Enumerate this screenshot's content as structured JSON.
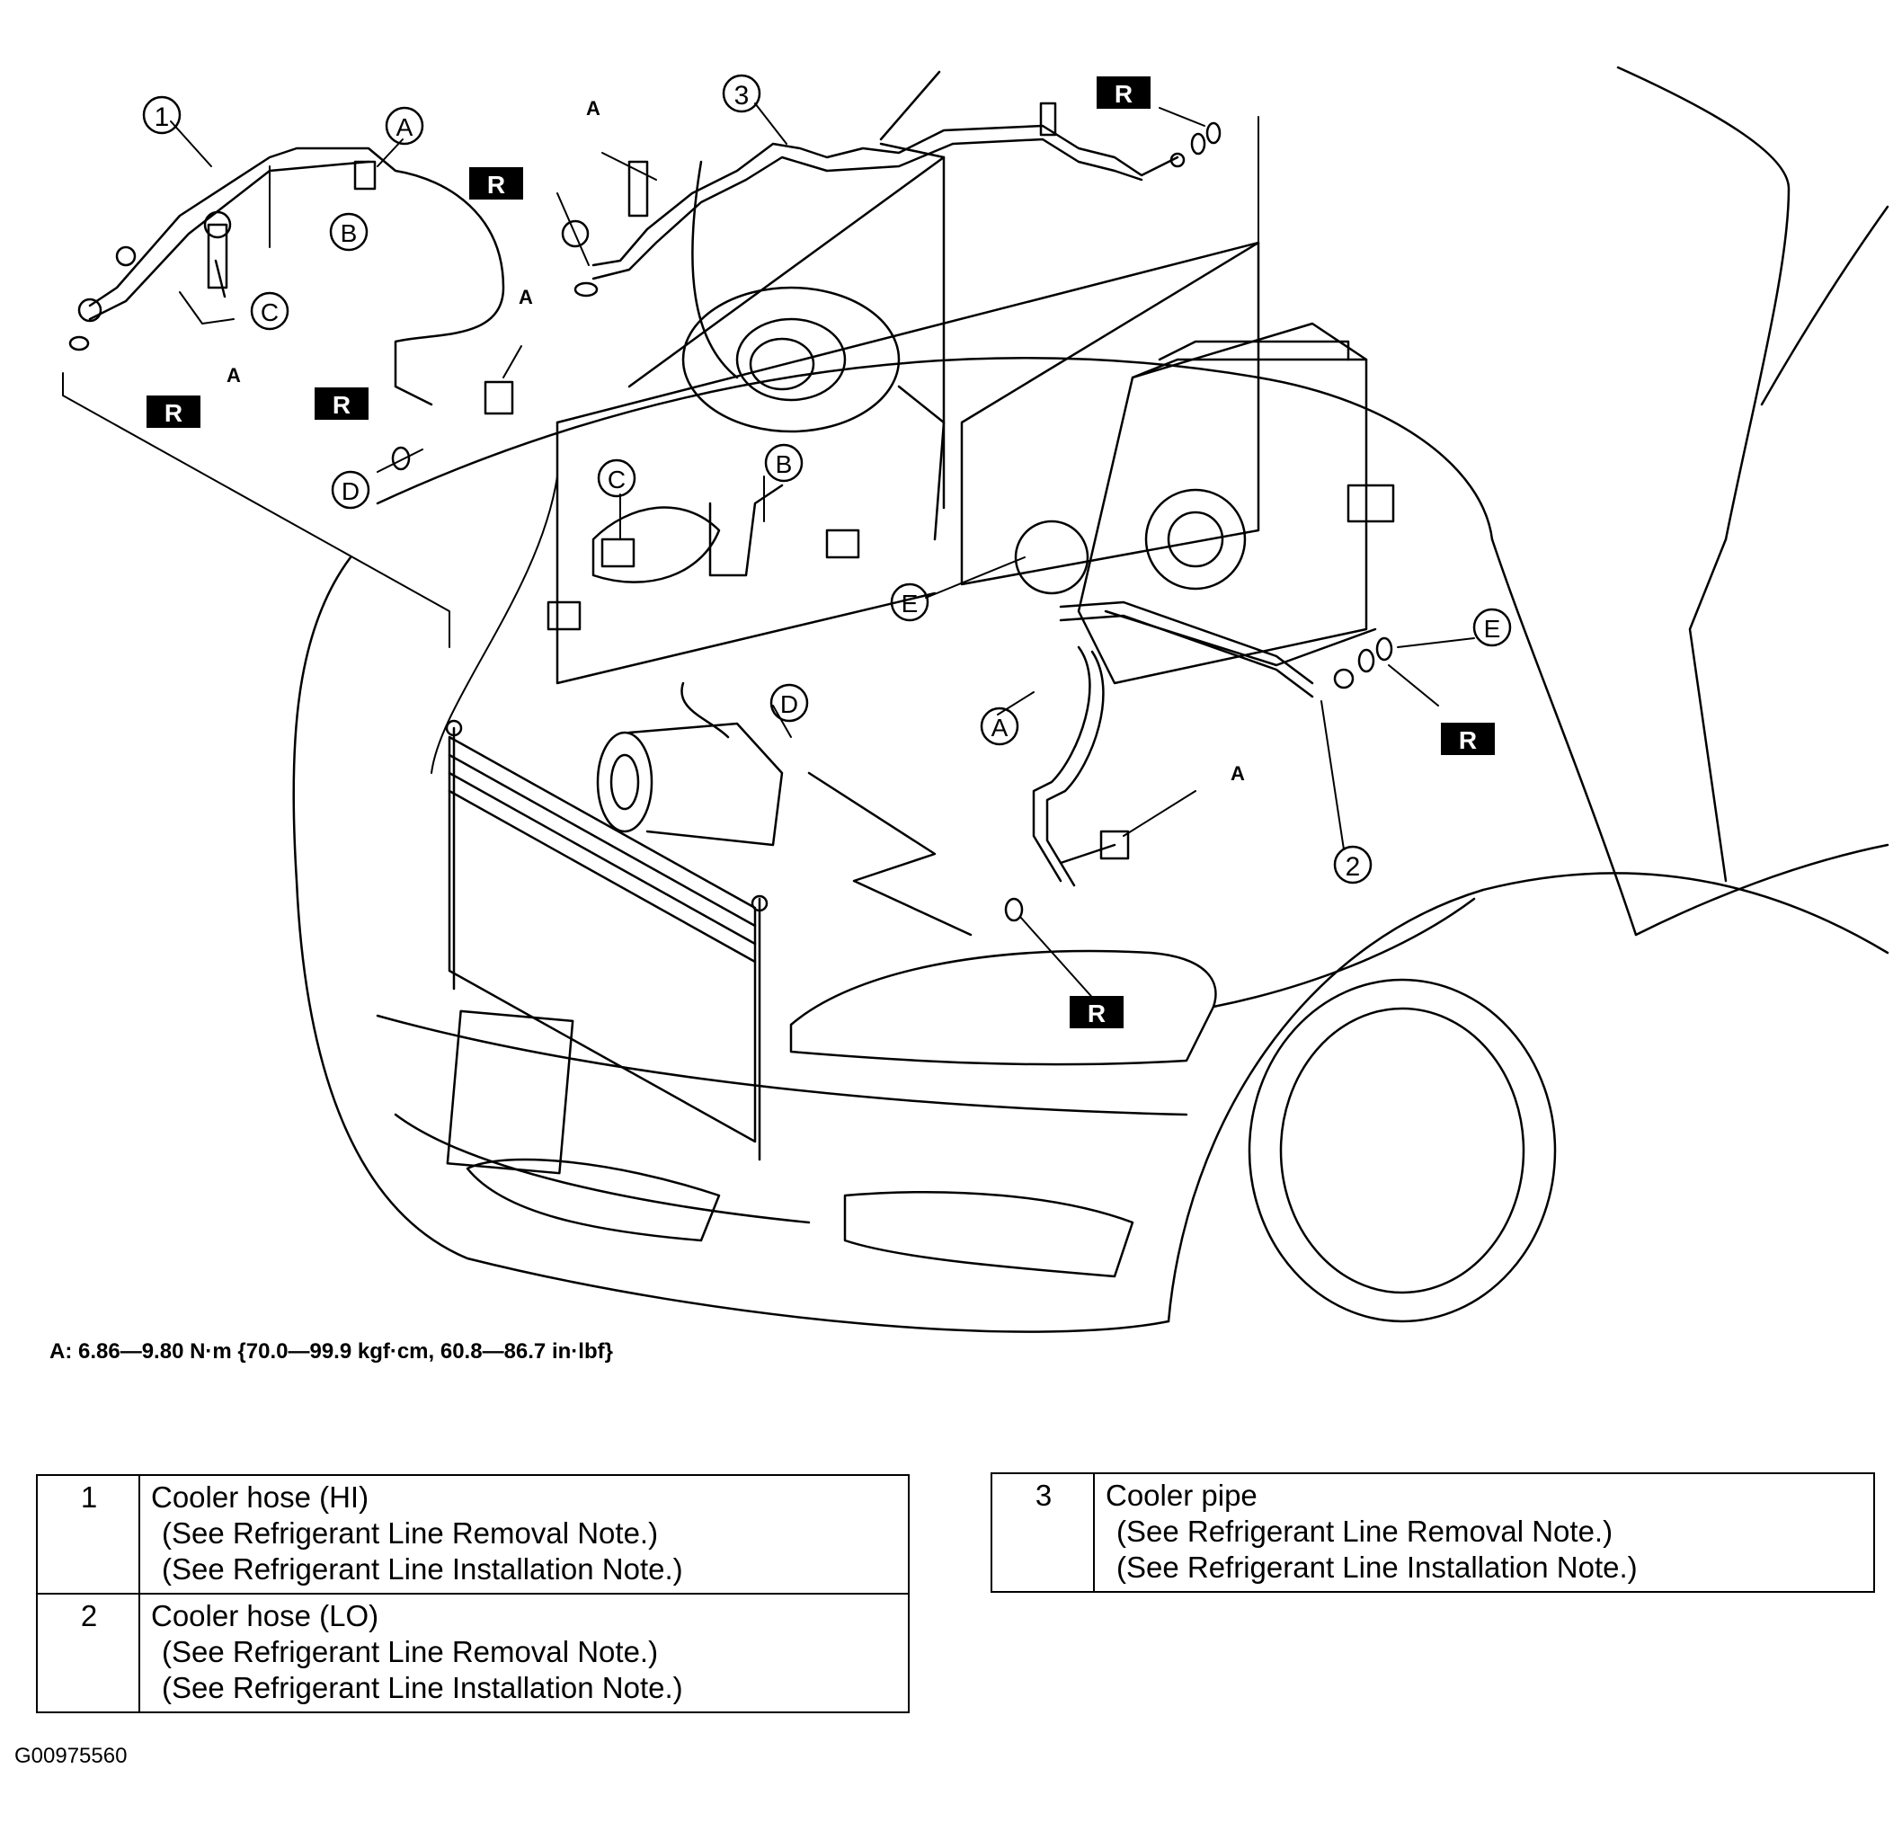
{
  "callouts": {
    "n1": "1",
    "n2": "2",
    "n3": "3",
    "A": "A",
    "B": "B",
    "C": "C",
    "D": "D",
    "E": "E",
    "R": "R"
  },
  "torque_note": "A: 6.86—9.80 N·m {70.0—99.9 kgf·cm, 60.8—86.7 in·lbf}",
  "parts": [
    {
      "num": "1",
      "name": "Cooler hose (HI)",
      "note1": "(See Refrigerant Line Removal Note.)",
      "note2": "(See Refrigerant Line Installation Note.)"
    },
    {
      "num": "2",
      "name": "Cooler hose (LO)",
      "note1": "(See Refrigerant Line Removal Note.)",
      "note2": "(See Refrigerant Line Installation Note.)"
    },
    {
      "num": "3",
      "name": "Cooler pipe",
      "note1": "(See Refrigerant Line Removal Note.)",
      "note2": "(See Refrigerant Line Installation Note.)"
    }
  ],
  "figure_id": "G00975560"
}
